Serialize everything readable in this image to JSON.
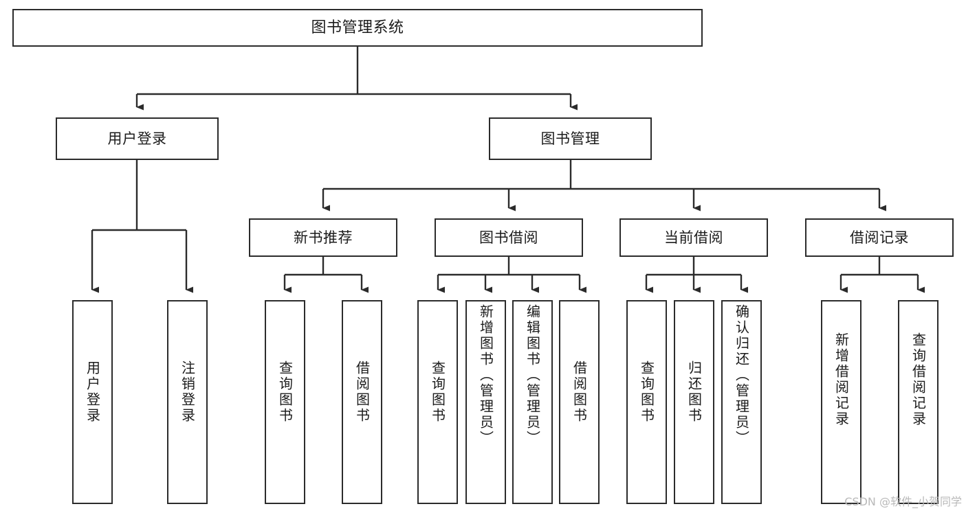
{
  "diagram": {
    "title": "图书管理系统",
    "type": "hierarchy-tree",
    "watermark": "CSDN @软件_小贺同学",
    "colors": {
      "node_border": "#2b2b2b",
      "node_fill": "#ffffff",
      "edge": "#2b2b2b",
      "text": "#1b1b1b",
      "watermark": "#b9b9b9",
      "background": "#ffffff"
    },
    "levels": [
      {
        "level": 0,
        "nodes": [
          {
            "id": "root",
            "label": "图书管理系统",
            "orientation": "horizontal"
          }
        ]
      },
      {
        "level": 1,
        "nodes": [
          {
            "id": "login",
            "label": "用户登录",
            "orientation": "horizontal",
            "parent": "root"
          },
          {
            "id": "bookmgmt",
            "label": "图书管理",
            "orientation": "horizontal",
            "parent": "root"
          }
        ]
      },
      {
        "level": 2,
        "nodes": [
          {
            "id": "newbook",
            "label": "新书推荐",
            "orientation": "horizontal",
            "parent": "bookmgmt"
          },
          {
            "id": "borrow",
            "label": "图书借阅",
            "orientation": "horizontal",
            "parent": "bookmgmt"
          },
          {
            "id": "current",
            "label": "当前借阅",
            "orientation": "horizontal",
            "parent": "bookmgmt"
          },
          {
            "id": "records",
            "label": "借阅记录",
            "orientation": "horizontal",
            "parent": "bookmgmt"
          }
        ]
      },
      {
        "level": 3,
        "nodes": [
          {
            "id": "leaf1",
            "label": "用户登录",
            "orientation": "vertical",
            "parent": "login"
          },
          {
            "id": "leaf2",
            "label": "注销登录",
            "orientation": "vertical",
            "parent": "login"
          },
          {
            "id": "leaf3",
            "label": "查询图书",
            "orientation": "vertical",
            "parent": "newbook"
          },
          {
            "id": "leaf4",
            "label": "借阅图书",
            "orientation": "vertical",
            "parent": "newbook"
          },
          {
            "id": "leaf5",
            "label": "查询图书",
            "orientation": "vertical",
            "parent": "borrow"
          },
          {
            "id": "leaf6",
            "label": "新增图书（管理员）",
            "orientation": "vertical",
            "parent": "borrow"
          },
          {
            "id": "leaf7",
            "label": "编辑图书（管理员）",
            "orientation": "vertical",
            "parent": "borrow"
          },
          {
            "id": "leaf8",
            "label": "借阅图书",
            "orientation": "vertical",
            "parent": "borrow"
          },
          {
            "id": "leaf9",
            "label": "查询图书",
            "orientation": "vertical",
            "parent": "current"
          },
          {
            "id": "leaf10",
            "label": "归还图书",
            "orientation": "vertical",
            "parent": "current"
          },
          {
            "id": "leaf11",
            "label": "确认归还（管理员）",
            "orientation": "vertical",
            "parent": "current"
          },
          {
            "id": "leaf12",
            "label": "新增借阅记录",
            "orientation": "vertical",
            "parent": "records"
          },
          {
            "id": "leaf13",
            "label": "查询借阅记录",
            "orientation": "vertical",
            "parent": "records"
          }
        ]
      }
    ]
  }
}
